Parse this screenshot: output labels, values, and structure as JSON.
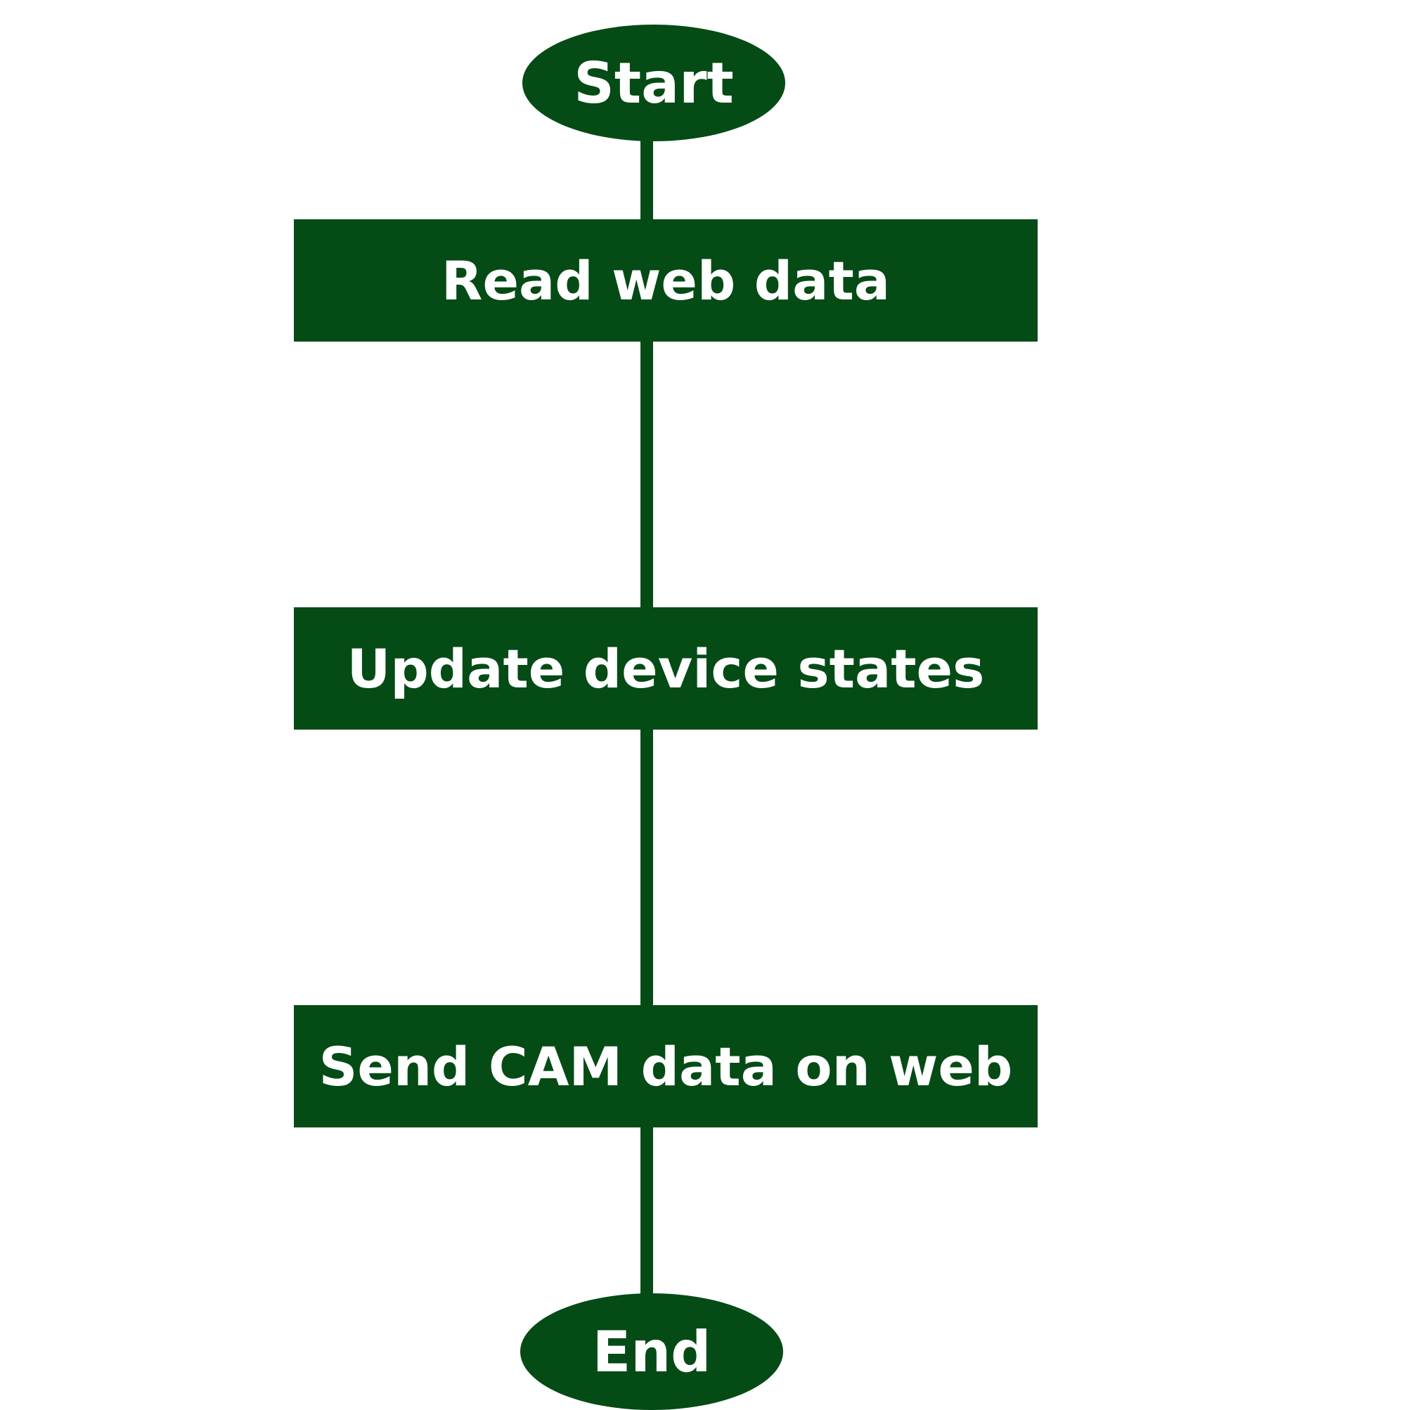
{
  "colors": {
    "node_fill": "#054b16",
    "connector": "#054b16",
    "text": "#ffffff",
    "background": "#ffffff"
  },
  "diagram": {
    "type": "flowchart",
    "direction": "top-to-bottom",
    "start": {
      "label": "Start",
      "shape": "ellipse"
    },
    "steps": [
      {
        "label": "Read web data",
        "shape": "rectangle"
      },
      {
        "label": "Update device states",
        "shape": "rectangle"
      },
      {
        "label": "Send CAM data on web",
        "shape": "rectangle"
      }
    ],
    "end": {
      "label": "End",
      "shape": "ellipse"
    },
    "connections": [
      {
        "from": "Start",
        "to": "Read web data"
      },
      {
        "from": "Read web data",
        "to": "Update device states"
      },
      {
        "from": "Update device states",
        "to": "Send CAM data on web"
      },
      {
        "from": "Send CAM data on web",
        "to": "End"
      }
    ]
  }
}
